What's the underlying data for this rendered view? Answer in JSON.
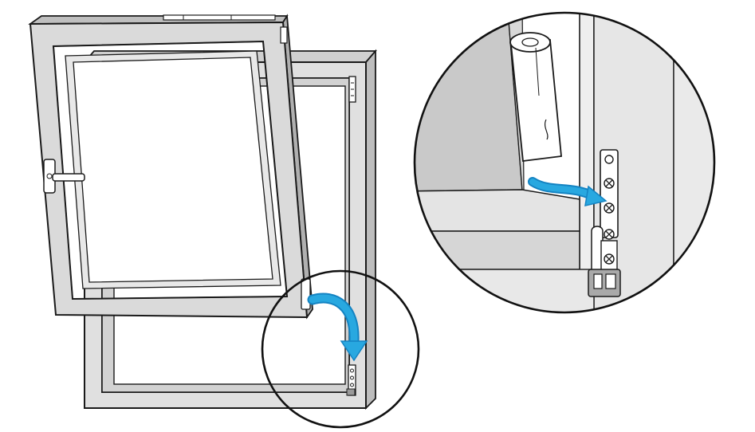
{
  "illustration": {
    "subject": "window-sash-installation",
    "steps": [
      {
        "step": "tilt-sash-onto-frame",
        "icon": "curved-arrow-icon"
      },
      {
        "step": "insert-hinge-pin",
        "icon": "curved-arrow-icon"
      }
    ]
  },
  "colors": {
    "frame_fill": "#dcdcdc",
    "frame_dark": "#c4c4c4",
    "glass": "#ffffff",
    "outline": "#1a1a1a",
    "arrow": "#28a8e0",
    "arrow_edge": "#1483c2",
    "background": "#ffffff"
  }
}
